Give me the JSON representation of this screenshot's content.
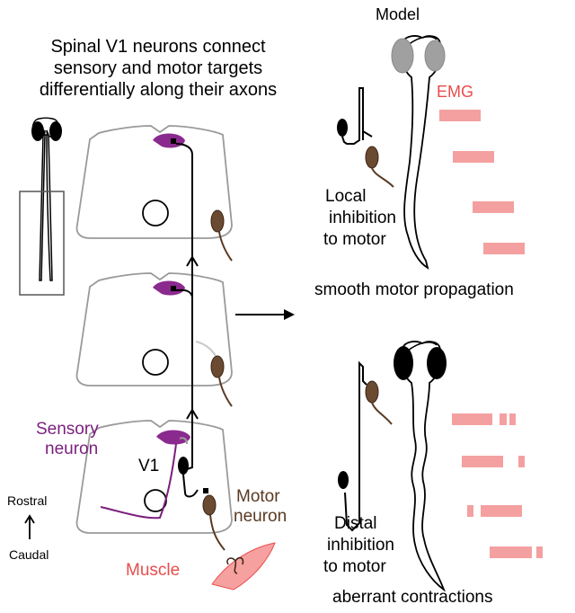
{
  "title": [
    "Spinal V1 neurons connect",
    "sensory and motor targets",
    "differentially along their axons"
  ],
  "labels": {
    "v1": "V1",
    "sensory": [
      "Sensory",
      "neuron"
    ],
    "motor": [
      "Motor",
      "neuron"
    ],
    "muscle": "Muscle",
    "rostral": "Rostral",
    "caudal": "Caudal"
  },
  "model": {
    "title": "Model",
    "emg": "EMG",
    "top_caption": [
      "Local",
      "inhibition",
      "to motor"
    ],
    "top_outcome": "smooth motor propagation",
    "bottom_caption": [
      "Distal",
      "inhibition",
      "to motor"
    ],
    "bottom_outcome": "aberrant contractions"
  },
  "colors": {
    "sensory": "#7b1f7e",
    "soma_sensory": "#8b2a8e",
    "motor": "#5a3a22",
    "muscle": "#e84c4c",
    "emg": "#f4a0a0",
    "outline": "#9a9a9a"
  }
}
